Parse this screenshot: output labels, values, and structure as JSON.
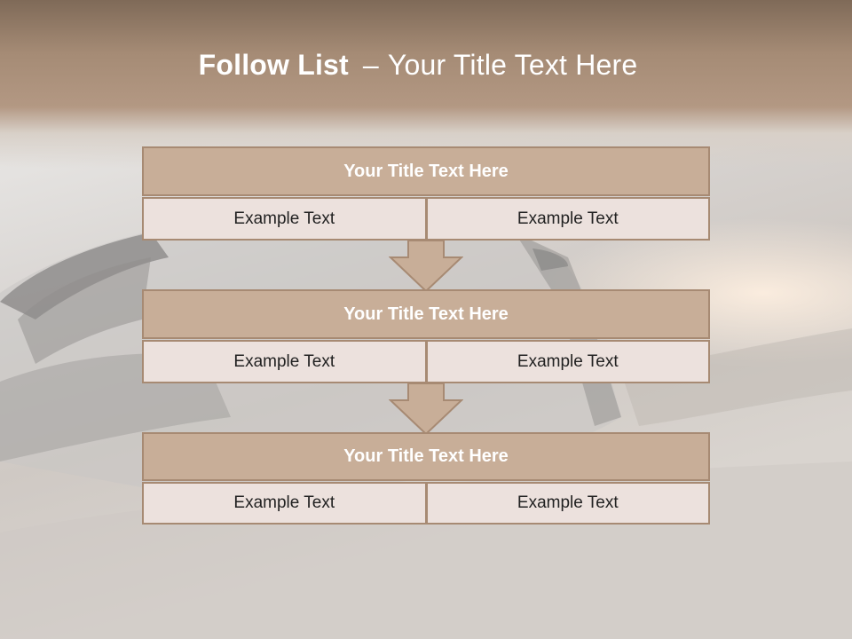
{
  "slide": {
    "title_bold": "Follow List",
    "title_dash": "–",
    "title_rest": "Your Title Text Here"
  },
  "steps": [
    {
      "title": "Your Title Text Here",
      "left": "Example Text",
      "right": "Example Text"
    },
    {
      "title": "Your Title Text Here",
      "left": "Example Text",
      "right": "Example Text"
    },
    {
      "title": "Your Title Text Here",
      "left": "Example Text",
      "right": "Example Text"
    }
  ],
  "colors": {
    "header_fill": "#c8ae98",
    "cell_fill": "#ece1dd",
    "border": "#a78a73",
    "arrow_fill": "#c8ae98"
  }
}
